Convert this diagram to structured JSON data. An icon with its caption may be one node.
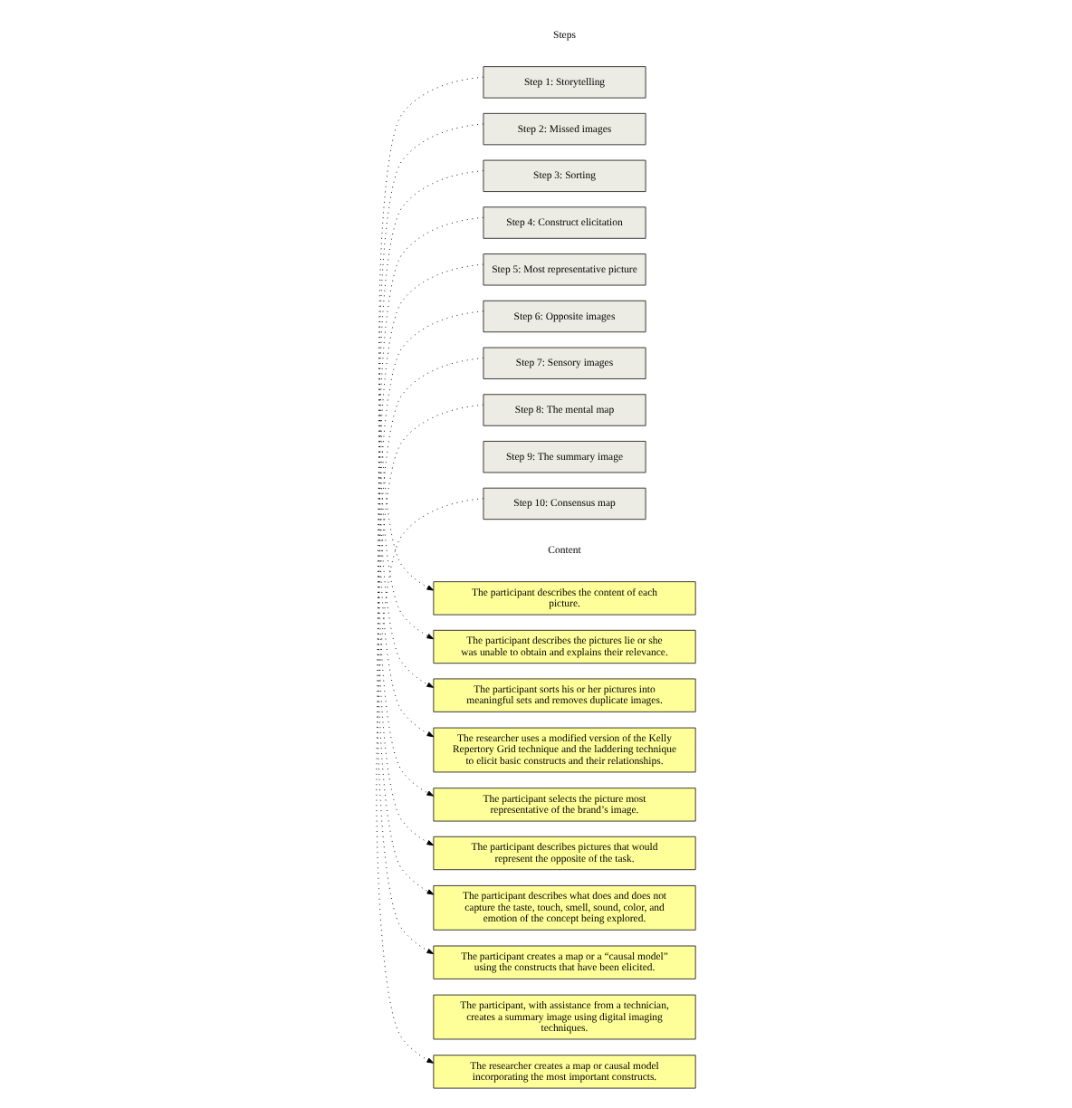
{
  "diagram": {
    "nodes": [
      {
        "text": [
          "Step 1: Storytelling"
        ]
      },
      {
        "text": [
          "The participant describes the content of each picture."
        ]
      },
      {
        "text": [
          "Step 2: Missed images"
        ]
      },
      {
        "text": [
          "The participant describes the pictures lie or she was unable to obtain and explains their relevance."
        ]
      },
      {
        "text": [
          "Step 3: Sorting"
        ]
      },
      {
        "text": [
          "The participant sorts his or her pictures into meaningful sets and removes duplicate images."
        ]
      },
      {
        "text": [
          "Step 4: Construct elicitation"
        ]
      },
      {
        "text": [
          "The researcher uses a modified version of the Kelly Repertory Grid technique and the laddering technique to elicit basic constructs and their relationships."
        ]
      },
      {
        "text": [
          "Step 5: Most representative picture"
        ]
      },
      {
        "text": [
          "The participant selects the picture most representative of the brand’s image."
        ]
      },
      {
        "text": [
          "Step 6: Opposite images"
        ]
      },
      {
        "text": [
          "The participant describes pictures that would represent the opposite of the task."
        ]
      },
      {
        "text": [
          "Step 7: Sensory images"
        ]
      },
      {
        "text": [
          "The participant describes what does and does not capture the taste, touch, smell, sound, color, and emotion of the concept being explored."
        ]
      },
      {
        "text": [
          "Step 8: The mental map"
        ]
      },
      {
        "text": [
          "The participant creates a map or a “causal model” using the constructs that have been elicited."
        ]
      },
      {
        "text": [
          "Step 9: The summary image"
        ]
      },
      {
        "text": [
          "The participant, with assistance from a technician, creates a summary image using digital imaging techniques."
        ]
      },
      {
        "text": [
          "Step 10: Consensus map"
        ]
      },
      {
        "text": [
          "The researcher creates a map or causal model incorporating the most important constructs."
        ]
      }
    ],
    "edges": [
      {
        "from": 0,
        "to": 1,
        "arrow": "to"
      },
      {
        "from": 2,
        "to": 3,
        "arrow": "to"
      },
      {
        "from": 4,
        "to": 5,
        "arrow": "to"
      },
      {
        "from": 6,
        "to": 7,
        "arrow": "to"
      },
      {
        "from": 8,
        "to": 9,
        "arrow": "to"
      },
      {
        "from": 10,
        "to": 11,
        "arrow": "to"
      },
      {
        "from": 12,
        "to": 13,
        "arrow": "to"
      },
      {
        "from": 14,
        "to": 15,
        "arrow": "to"
      },
      {
        "from": 18,
        "to": 19,
        "arrow": "to"
      }
    ],
    "labels": [
      "Steps",
      "Content"
    ]
  }
}
